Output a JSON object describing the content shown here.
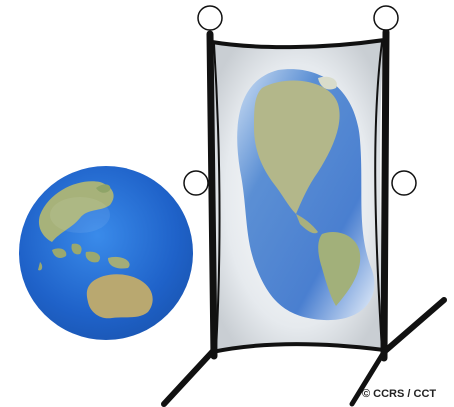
{
  "figure": {
    "credit": "© CCRS / CCT"
  },
  "elements": {
    "left_globe": "globe-asia-australia",
    "projection_frame": "stretch-frame",
    "stretched_globe": "globe-north-south-america-stretched"
  },
  "colors": {
    "ocean": "#1f62c9",
    "land": "#a7b27a",
    "frame": "#111111",
    "membrane": "#e9eef2"
  }
}
